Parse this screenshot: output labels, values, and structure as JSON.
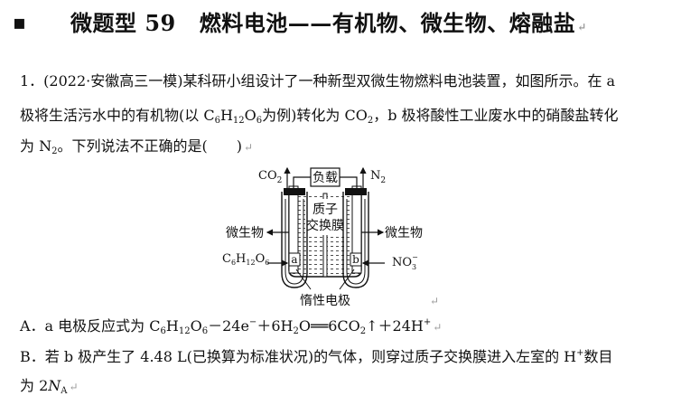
{
  "bullet": "▪",
  "title": {
    "part1": "微题型 59",
    "part2": "燃料电池——有机物、微生物、熔融盐"
  },
  "question": {
    "line1": "1．(2022·安徽高三一模)某科研小组设计了一种新型双微生物燃料电池装置，如图所示。在 a",
    "line2_a": "极将生活污水中的有机物(以 C",
    "line2_s1": "6",
    "line2_b": "H",
    "line2_s2": "12",
    "line2_c": "O",
    "line2_s3": "6",
    "line2_d": "为例)转化为 CO",
    "line2_s4": "2",
    "line2_e": "，b 极将酸性工业废水中的硝酸盐转化",
    "line3_a": "为 N",
    "line3_s1": "2",
    "line3_b": "。下列说法不正确的是(　　)"
  },
  "diagram": {
    "co2": "CO",
    "co2_sub": "2",
    "n2": "N",
    "n2_sub": "2",
    "load": "负载",
    "membrane_1": "质子",
    "membrane_2": "交换膜",
    "microbe_left": "微生物",
    "microbe_right": "微生物",
    "glucose": "C",
    "glucose_s1": "6",
    "glucose_b": "H",
    "glucose_s2": "12",
    "glucose_c": "O",
    "glucose_s3": "6",
    "electrode_a": "a",
    "electrode_b": "b",
    "nitrate": "NO",
    "nitrate_sub": "3",
    "nitrate_sup": "−",
    "inert": "惰性电极"
  },
  "option_a": {
    "text": "A．a 电极反应式为 C",
    "s1": "6",
    "b": "H",
    "s2": "12",
    "c": "O",
    "s3": "6",
    "d": "－24e",
    "sup1": "−",
    "e": "＋6H",
    "s4": "2",
    "f": "O══6CO",
    "s5": "2",
    "g": "↑＋24H",
    "sup2": "+"
  },
  "option_b": {
    "line1_a": "B．若 b 极产生了 4.48  L(已换算为标准状况)的气体，则穿过质子交换膜进入左室的 H",
    "line1_sup": "+",
    "line1_b": "数目",
    "line2_a": "为 2",
    "line2_n": "N",
    "line2_sub": "A"
  },
  "return_mark": "↵"
}
